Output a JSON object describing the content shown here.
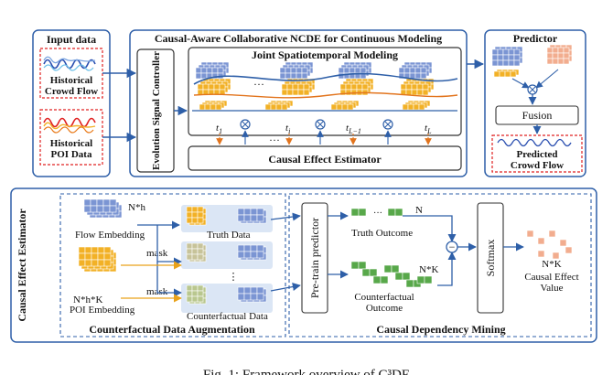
{
  "input": {
    "title": "Input data",
    "flow_label_1": "Historical",
    "flow_label_2": "Crowd Flow",
    "poi_label_1": "Historical",
    "poi_label_2": "POI Data"
  },
  "ncde": {
    "title": "Causal-Aware Collaborative NCDE for Continuous Modeling",
    "controller": "Evolution Signal Controller",
    "joint_title": "Joint Spatiotemporal Modeling",
    "ellipsis": "···",
    "times": [
      "t",
      "t",
      "t",
      "t"
    ],
    "time_subs": [
      "1",
      "i",
      "L−1",
      "L"
    ],
    "estimator": "Causal Effect Estimator"
  },
  "predictor": {
    "title": "Predictor",
    "fusion": "Fusion",
    "predicted_1": "Predicted",
    "predicted_2": "Crowd Flow"
  },
  "estimator_panel": {
    "side_title": "Causal Effect Estimator",
    "aug": {
      "nh": "N*h",
      "flow_embedding": "Flow Embedding",
      "truth_data": "Truth Data",
      "mask_1": "mask",
      "mask_2": "mask",
      "nhk": "N*h*K",
      "poi_embedding": "POI Embedding",
      "counterfactual_data": "Counterfactual Data",
      "vdots": "⋮",
      "title": "Counterfactual Data Augmentation"
    },
    "mining": {
      "pretrain": "Pre-train predictor",
      "truth_outcome": "Truth Outcome",
      "n": "N",
      "nk": "N*K",
      "counterfactual_1": "Counterfactual",
      "counterfactual_2": "Outcome",
      "minus": "−",
      "softmax": "Softmax",
      "value_nk": "N*K",
      "value_1": "Causal Effect",
      "value_2": "Value",
      "title": "Causal Dependency Mining"
    }
  },
  "caption": "Fig. 1: Framework overview of C³DE",
  "colors": {
    "blue": "#2e5fa8",
    "cube_blue": "#7b95d3",
    "cube_orange": "#f2b126",
    "cube_green": "#58a84a",
    "cube_peach": "#f2ad8f",
    "red_dash": "#e02020",
    "arrow_orange": "#e2741d"
  }
}
